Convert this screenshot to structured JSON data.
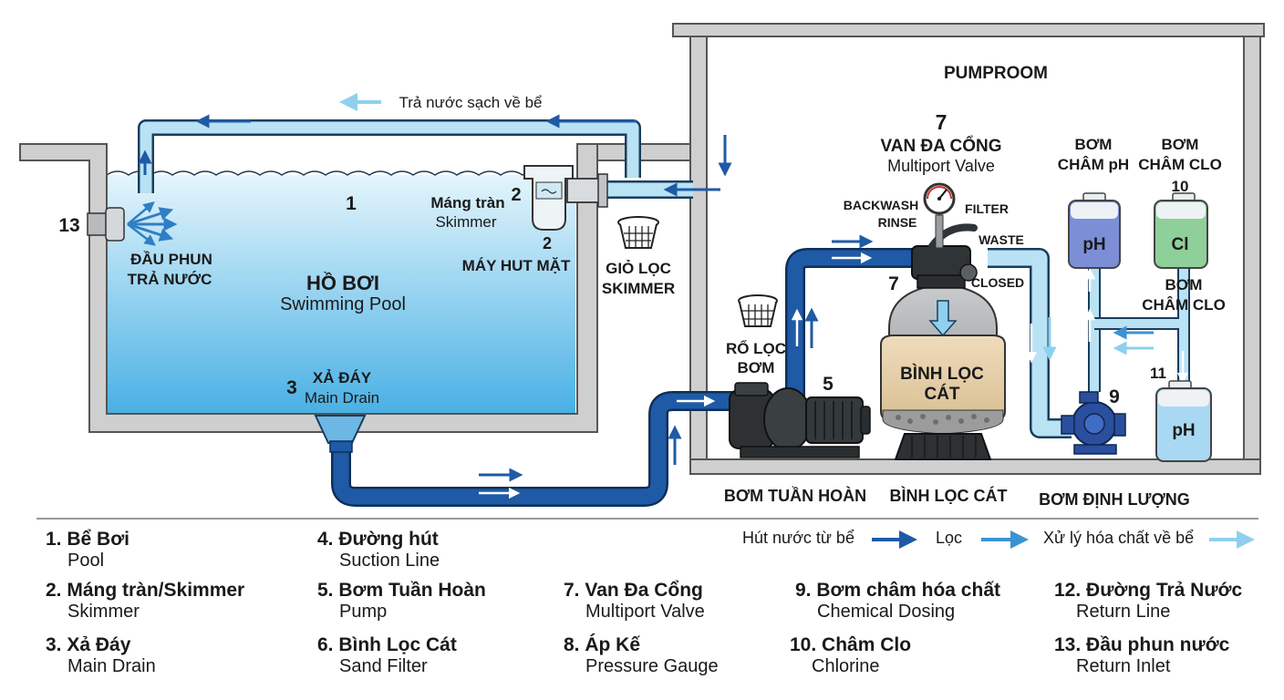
{
  "diagram": {
    "pumproom_title": "PUMPROOM",
    "pool_number": "1",
    "pool_title": "HỒ BƠI",
    "pool_subtitle": "Swimming Pool",
    "return_note": "Trả nước sạch về bể",
    "inlet_number": "13",
    "inlet_label_1": "ĐẦU PHUN",
    "inlet_label_2": "TRẢ NƯỚC",
    "skimmer_number": "2",
    "skimmer_title": "Máng tràn",
    "skimmer_subtitle": "Skimmer",
    "skimmer_number_2": "2",
    "skimmer_vac_label": "MÁY HUT MẶT",
    "skimmer_basket_1": "GIỎ LỌC",
    "skimmer_basket_2": "SKIMMER",
    "drain_number": "3",
    "drain_title": "XẢ ĐÁY",
    "drain_subtitle": "Main Drain",
    "pump_basket_1": "RỔ LỌC",
    "pump_basket_2": "BƠM",
    "pump_number": "5",
    "valve_number": "7",
    "valve_title": "VAN ĐA CỔNG",
    "valve_subtitle": "Multiport Valve",
    "valve_number_2": "7",
    "valve_backwash": "BACKWASH",
    "valve_rinse": "RINSE",
    "valve_filter": "FILTER",
    "valve_waste": "WASTE",
    "valve_closed": "CLOSED",
    "filter_label_1": "BÌNH LỌC",
    "filter_label_2": "CÁT",
    "ph_pump_1": "BƠM",
    "ph_pump_2": "CHÂM pH",
    "clo_pump_1": "BƠM",
    "clo_pump_2": "CHÂM CLO",
    "clo_number": "10",
    "ph_tank_label": "pH",
    "cl_tank_label": "Cl",
    "clo_pump_3": "BƠM",
    "clo_pump_4": "CHÂM CLO",
    "dosing_number": "9",
    "tank11_number": "11",
    "tank11_label": "pH",
    "bottom_pump": "BƠM TUẦN HOÀN",
    "bottom_filter": "BÌNH LỌC CÁT",
    "bottom_dosing": "BƠM ĐỊNH LƯỢNG"
  },
  "flow_legend": [
    {
      "label": "Hút nước từ bể",
      "color": "#1f5aa6"
    },
    {
      "label": "Lọc",
      "color": "#3c93d4"
    },
    {
      "label": "Xử lý hóa chất về bể",
      "color": "#8fd0ee"
    }
  ],
  "legend": [
    {
      "title": "1. Bể Bơi",
      "subtitle": "Pool"
    },
    {
      "title": "2. Máng tràn/Skimmer",
      "subtitle": "Skimmer"
    },
    {
      "title": "3. Xả Đáy",
      "subtitle": "Main Drain"
    },
    {
      "title": "4. Đường hút",
      "subtitle": "Suction Line"
    },
    {
      "title": "5. Bơm Tuần Hoàn",
      "subtitle": "Pump"
    },
    {
      "title": "6. Bình Lọc Cát",
      "subtitle": "Sand Filter"
    },
    {
      "title": "7. Van Đa Cổng",
      "subtitle": "Multiport Valve"
    },
    {
      "title": "8. Áp Kế",
      "subtitle": "Pressure Gauge"
    },
    {
      "title": "9. Bơm châm hóa chất",
      "subtitle": "Chemical Dosing"
    },
    {
      "title": "10. Châm Clo",
      "subtitle": "Chlorine"
    },
    {
      "title": "12. Đường Trả Nước",
      "subtitle": "Return Line"
    },
    {
      "title": "13. Đầu phun nước",
      "subtitle": "Return Inlet"
    }
  ],
  "colors": {
    "wall": "#cfcfcf",
    "water_top": "#dff3fb",
    "water_bottom": "#4bb3e6",
    "suction": "#1f5aa6",
    "filter_line": "#3c93d4",
    "return_line": "#b9e2f5",
    "sand": "#e7d2ae"
  }
}
